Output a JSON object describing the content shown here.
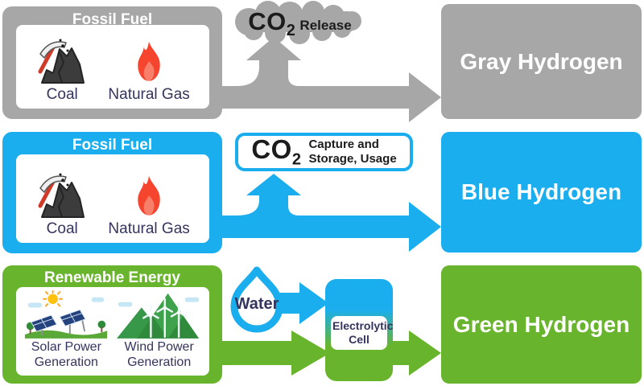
{
  "palette": {
    "gray": "#A7A7A7",
    "blue": "#1BAEEF",
    "green": "#69B42D",
    "ink": "#34345E",
    "ink2": "#1C1C1C"
  },
  "rows": [
    {
      "source_title": "Fossil Fuel",
      "items": [
        {
          "label": "Coal"
        },
        {
          "label": "Natural Gas"
        }
      ],
      "emission": {
        "gas": "CO",
        "sub": "2",
        "label": "Release"
      },
      "result": "Gray Hydrogen"
    },
    {
      "source_title": "Fossil Fuel",
      "items": [
        {
          "label": "Coal"
        },
        {
          "label": "Natural Gas"
        }
      ],
      "capture": {
        "gas": "CO",
        "sub": "2",
        "line1": "Capture and",
        "line2": "Storage, Usage"
      },
      "result": "Blue Hydrogen"
    },
    {
      "source_title": "Renewable Energy",
      "items": [
        {
          "line1": "Solar Power",
          "line2": "Generation"
        },
        {
          "line1": "Wind Power",
          "line2": "Generation"
        }
      ],
      "water_label": "Water",
      "cell": {
        "line1": "Electrolytic",
        "line2": "Cell"
      },
      "result": "Green Hydrogen"
    }
  ]
}
